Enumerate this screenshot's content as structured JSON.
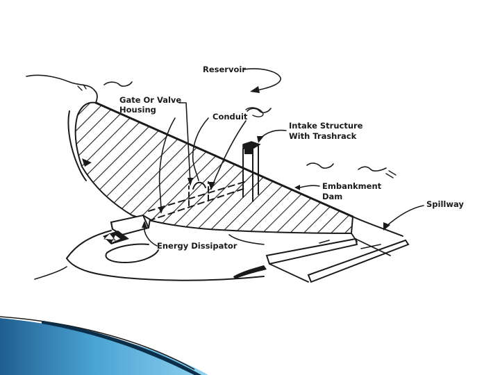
{
  "diagram": {
    "labels": {
      "reservoir": "Reservoir",
      "gate_line1": "Gate Or Valve",
      "gate_line2": "Housing",
      "conduit": "Conduit",
      "intake_line1": "Intake Structure",
      "intake_line2": "With Trashrack",
      "embankment_line1": "Embankment",
      "embankment_line2": "Dam",
      "spillway": "Spillway",
      "energy_dissipator": "Energy Dissipator"
    }
  },
  "theme": {
    "ink": "#1a1a1a",
    "background": "#ffffff",
    "footer_blue_dark": "#1f5f8f",
    "footer_blue_light": "#8fd2ef"
  }
}
